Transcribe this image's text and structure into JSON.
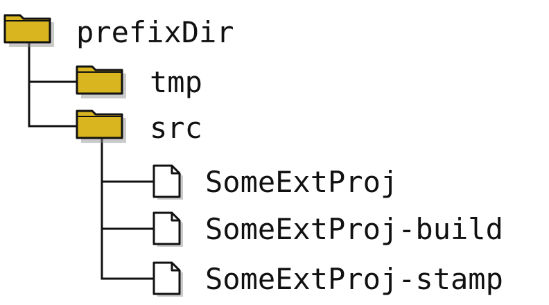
{
  "colors": {
    "folder_fill": "#d9b520",
    "folder_stroke": "#111111",
    "file_fill": "#ffffff",
    "line": "#111111",
    "shadow": "#8a8a8a"
  },
  "tree": {
    "root": {
      "label": "prefixDir",
      "icon": "folder-icon"
    },
    "tmp": {
      "label": "tmp",
      "icon": "folder-icon"
    },
    "src": {
      "label": "src",
      "icon": "folder-icon"
    },
    "files": [
      {
        "label": "SomeExtProj",
        "icon": "file-icon"
      },
      {
        "label": "SomeExtProj-build",
        "icon": "file-icon"
      },
      {
        "label": "SomeExtProj-stamp",
        "icon": "file-icon"
      }
    ]
  }
}
